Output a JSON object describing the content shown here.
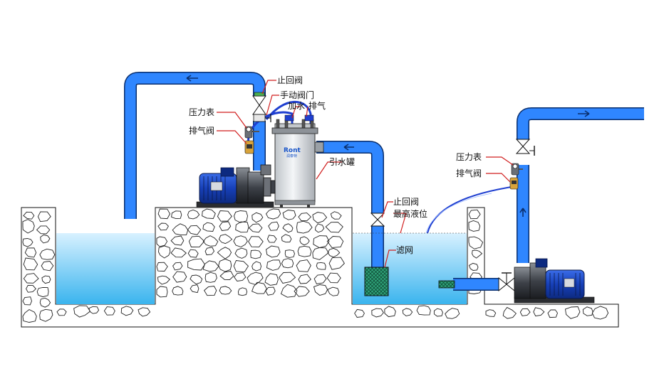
{
  "labels": {
    "check_valve_top": "止回阀",
    "manual_valve": "手动阀门",
    "fill_water": "加水",
    "exhaust": "排气",
    "pressure_gauge_left": "压力表",
    "vent_valve_left": "排气阀",
    "priming_tank": "引水罐",
    "check_valve_mid": "止回阀",
    "max_level": "最高液位",
    "filter": "滤网",
    "pressure_gauge_right": "压力表",
    "vent_valve_right": "排气阀"
  },
  "tank_brand": "Ront",
  "tank_brand_sub": "润泰特",
  "colors": {
    "pipe": "#2f86ff",
    "pipe_outline": "#0a2f6e",
    "water_top": "#d8f1ff",
    "water_bottom": "#3ab4ee",
    "motor": "#1740b8",
    "leader": "#d11f1f"
  }
}
